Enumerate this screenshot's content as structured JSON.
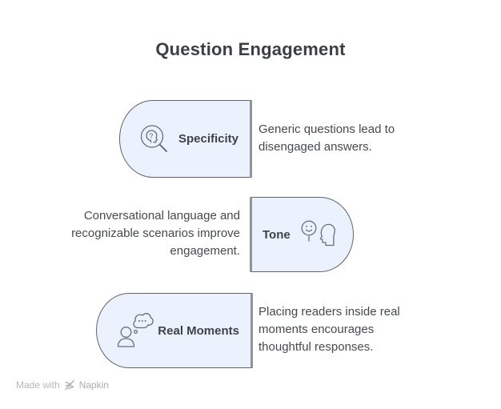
{
  "title": "Question Engagement",
  "items": [
    {
      "label": "Specificity",
      "icon": "magnifier-head-question-icon",
      "description": "Generic questions lead to\ndisengaged answers.",
      "shape": "left-bulge-pill"
    },
    {
      "label": "Tone",
      "icon": "smiley-face-head-icon",
      "description": "Conversational language and\nrecognizable scenarios improve\nengagement.",
      "shape": "right-bulge-pill"
    },
    {
      "label": "Real Moments",
      "icon": "person-thought-bubble-icon",
      "description": "Placing readers inside real\nmoments encourages\nthoughtful responses.",
      "shape": "left-bulge-pill"
    }
  ],
  "icon_details": {
    "question_mark": "?",
    "thought_dots": "..."
  },
  "colors": {
    "background": "#ffffff",
    "shape_fill": "#ecf1fe",
    "shape_outline": "#5f636b",
    "shape_flat_edge": "#8f939c",
    "title_text": "#3b3e44",
    "body_text": "#46494e",
    "label_text": "#3f4247",
    "icon_stroke": "#6a6e76",
    "watermark_text": "#b6b9bd"
  },
  "watermark": {
    "prefix": "Made with",
    "logo": "napkin-logo-icon",
    "brand": "Napkin"
  }
}
